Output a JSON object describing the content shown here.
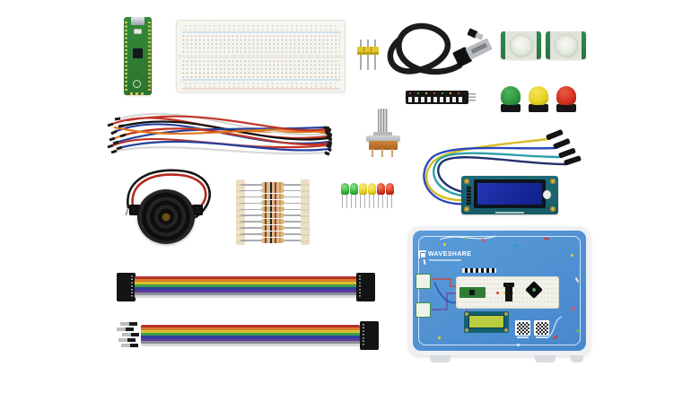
{
  "image": {
    "background": "#ffffff"
  },
  "components": {
    "pico": {
      "name": "Raspberry Pi Pico board",
      "board_color": "#2e7d32",
      "pad_color": "#d9bd55"
    },
    "breadboard": {
      "name": "Solderless breadboard",
      "color": "#f6f5ef"
    },
    "pin_header": {
      "name": "3-pin yellow header",
      "color": "#e3c52e"
    },
    "usb_cable": {
      "name": "Micro-USB cable",
      "color": "#1b1b1b"
    },
    "pir_sensors": {
      "name": "PIR motion sensor modules",
      "count": 2,
      "lens_color": "#eef0e8",
      "pcb_color": "#2f8b4f"
    },
    "jumper_wires": {
      "name": "Breadboard jumper wire bundle",
      "wire_colors": [
        "#c13327",
        "#24409e",
        "#e0771e",
        "#d8d8d8",
        "#111111"
      ]
    },
    "led_bar": {
      "name": "LED bar strip module",
      "color": "#161616"
    },
    "potentiometer": {
      "name": "Rotary potentiometer",
      "shaft_color": "#c0c4c8",
      "body_color": "#c87f35"
    },
    "push_buttons": {
      "name": "Tactile push buttons",
      "cap_colors": [
        "#2f9641",
        "#e7d11f",
        "#d2301f"
      ]
    },
    "lcd1602": {
      "name": "LCD1602 display module with jumper wires",
      "pcb_color": "#1d6b78",
      "screen_color": "#1a2fa0",
      "wire_colors": [
        "#d6bd25",
        "#2a47b8",
        "#2aa0a8",
        "#22306e"
      ]
    },
    "buzzer": {
      "name": "Piezo buzzer with wires",
      "body_color": "#111111",
      "wire_colors": [
        "#b5281e",
        "#141414"
      ]
    },
    "resistors": {
      "name": "Taped resistor strip",
      "count": 10,
      "body_color": "#d9b98c"
    },
    "leds": {
      "name": "LEDs",
      "count": 6,
      "colors": [
        "#35b13a",
        "#35b13a",
        "#e7d11f",
        "#e7d11f",
        "#d2301f",
        "#d2301f"
      ]
    },
    "ribbon_cable_1": {
      "name": "Rainbow ribbon cable (female-female)"
    },
    "ribbon_cable_2": {
      "name": "Rainbow ribbon cable (male-female)"
    },
    "storage_box": {
      "name": "Waveshare kit storage box",
      "brand": "WAVESHARE",
      "lid_color": "#4f90d3",
      "rim_color": "#eff1f4",
      "qr_codes": 2
    }
  }
}
